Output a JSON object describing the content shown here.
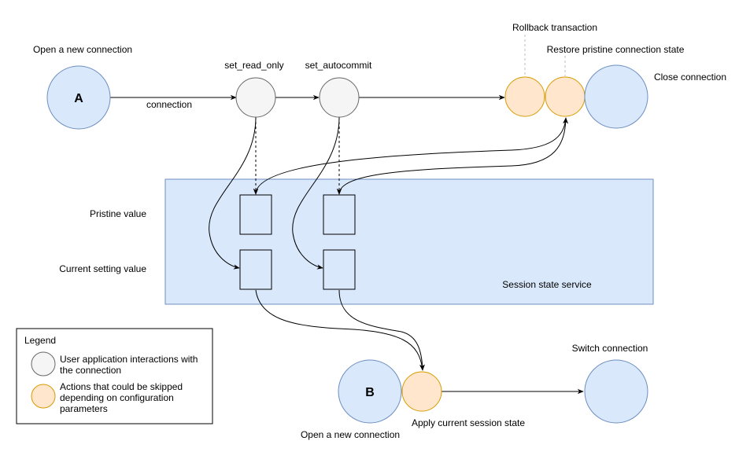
{
  "nodes": {
    "a": {
      "label": "A",
      "caption": "Open a new connection"
    },
    "b": {
      "label": "B",
      "caption": "Open a new connection"
    },
    "set_read_only": {
      "caption": "set_read_only"
    },
    "set_autocommit": {
      "caption": "set_autocommit"
    },
    "rollback": {
      "caption": "Rollback transaction"
    },
    "restore": {
      "caption": "Restore pristine connection state"
    },
    "close": {
      "caption": "Close connection"
    },
    "apply": {
      "caption": "Apply current session state"
    },
    "switch": {
      "caption": "Switch connection"
    }
  },
  "edges": {
    "connection_label": "connection"
  },
  "session_service": {
    "title": "Session state service",
    "row_pristine": "Pristine value",
    "row_current": "Current setting value"
  },
  "legend": {
    "title": "Legend",
    "item1_line1": "User application interactions with",
    "item1_line2": "the connection",
    "item2_line1": "Actions that could be skipped",
    "item2_line2": "depending on configuration",
    "item2_line3": "parameters"
  },
  "colors": {
    "blue_fill": "#dae8fc",
    "blue_stroke": "#6c8ebf",
    "gray_fill": "#f5f5f5",
    "gray_stroke": "#666666",
    "orange_fill": "#ffe6cc",
    "orange_stroke": "#d79b00"
  }
}
